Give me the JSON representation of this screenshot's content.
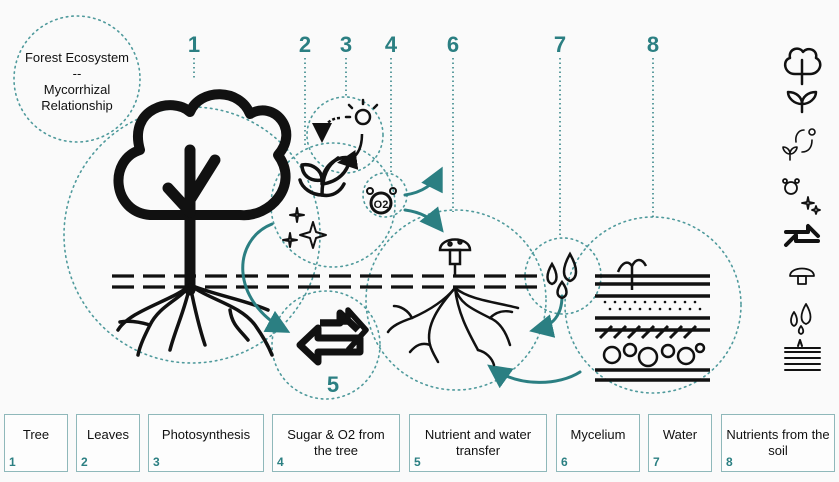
{
  "title": {
    "line1": "Forest Ecosystem",
    "line2": "--",
    "line3": "Mycorrhizal",
    "line4": "Relationship"
  },
  "colors": {
    "accent": "#2b7f82",
    "ink": "#111111",
    "dotted": "#4f9a9c"
  },
  "step_numbers": [
    "1",
    "2",
    "3",
    "4",
    "6",
    "7",
    "8"
  ],
  "transfer_number": "5",
  "o2_label": "O2",
  "icons": {
    "sidebar": [
      "tree-icon",
      "sprout-icon",
      "photosynthesis-icon",
      "oxygen-sugar-icon",
      "exchange-arrows-icon",
      "mushroom-icon",
      "water-drops-icon",
      "soil-layers-icon"
    ]
  },
  "legend": [
    {
      "num": "1",
      "label": "Tree"
    },
    {
      "num": "2",
      "label": "Leaves"
    },
    {
      "num": "3",
      "label": "Photosynthesis"
    },
    {
      "num": "4",
      "label": "Sugar & O2 from the tree"
    },
    {
      "num": "5",
      "label": "Nutrient and water transfer"
    },
    {
      "num": "6",
      "label": "Mycelium"
    },
    {
      "num": "7",
      "label": "Water"
    },
    {
      "num": "8",
      "label": "Nutrients from the soil"
    }
  ]
}
